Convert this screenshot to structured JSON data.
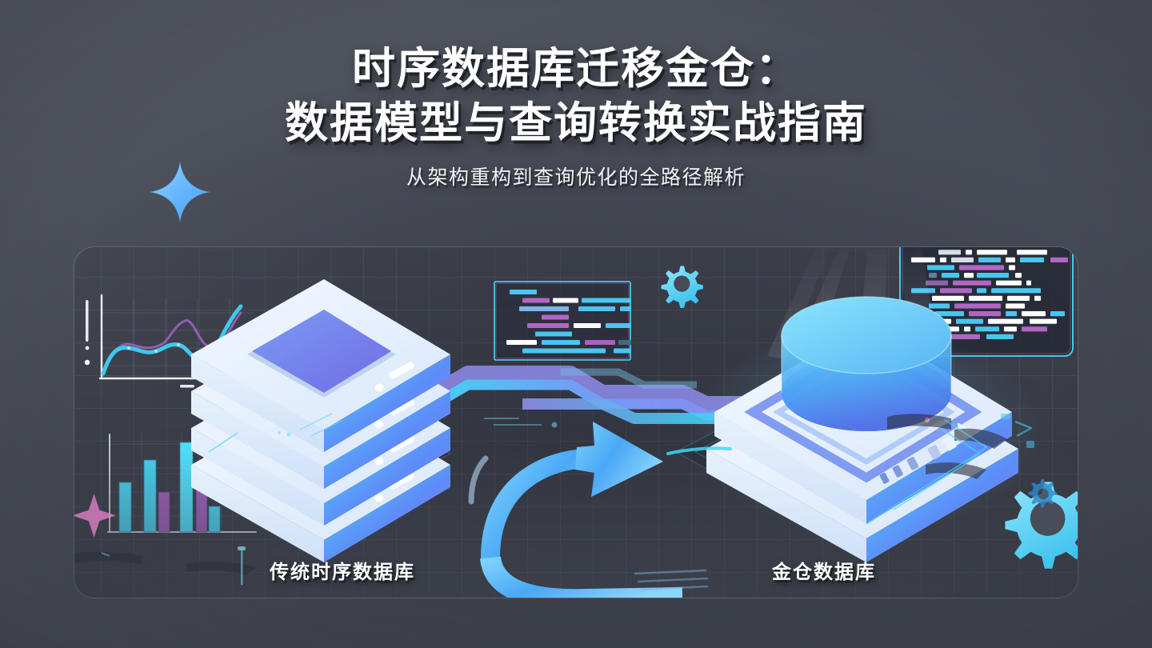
{
  "meta": {
    "background_color": "#4a4e5a",
    "accent_cyan": "#4fd8f5",
    "accent_blue": "#5b8bf7",
    "accent_purple": "#a95fc4",
    "panel_border": "rgba(210,215,230,0.24)"
  },
  "header": {
    "title_line_1": "时序数据库迁移金仓：",
    "title_line_2": "数据模型与查询转换实战指南",
    "subtitle": "从架构重构到查询优化的全路径解析"
  },
  "diagram": {
    "left_label": "传统时序数据库",
    "right_label": "金仓数据库",
    "left_node": "stacked-database-icon",
    "right_node": "warehouse-platform-icon",
    "connector": "data-flow-ribbon",
    "migration_arrow": "curved-arrow-icon",
    "gear_small": "gear-icon",
    "gear_large": "gear-icon",
    "sparkle": "sparkle-icon",
    "sparkle_pink": "sparkle-icon"
  },
  "chart_data": [
    {
      "type": "line",
      "title": "",
      "xlabel": "",
      "ylabel": "",
      "x": [
        0,
        1,
        2,
        3,
        4,
        5,
        6,
        7,
        8,
        9,
        10
      ],
      "series": [
        {
          "name": "series-cyan",
          "color": "#3fc9ec",
          "values": [
            8,
            34,
            37,
            36,
            47,
            49,
            48,
            38,
            40,
            66,
            92
          ]
        },
        {
          "name": "series-purple",
          "color": "#a063c0",
          "values": [
            18,
            40,
            26,
            32,
            48,
            70,
            76,
            62,
            66,
            70,
            74
          ]
        }
      ],
      "grid": true,
      "legend": "none"
    },
    {
      "type": "bar",
      "title": "",
      "xlabel": "",
      "ylabel": "",
      "categories": [
        "1",
        "2",
        "3",
        "4",
        "5",
        "6"
      ],
      "values": [
        56,
        78,
        45,
        100,
        60,
        30
      ],
      "bar_colors": [
        "#49d2f0",
        "#49d2f0",
        "#9b5eb7",
        "#4fe0fb",
        "#9b5eb7",
        "#49d2f0"
      ],
      "ylim": [
        0,
        100
      ],
      "grid": true,
      "legend": "none"
    }
  ],
  "code_panels": {
    "middle": {
      "name": "source-query-code-block",
      "border_color": "#4fd8f5",
      "lines": [
        [
          [
            10,
            34,
            "#49c6ef"
          ]
        ],
        [
          [
            26,
            34,
            "#b066c4"
          ],
          [
            64,
            32,
            "#ffffff"
          ],
          [
            100,
            72,
            "#49c6ef"
          ],
          [
            180,
            20,
            "#49c6ef"
          ]
        ],
        [
          [
            22,
            62,
            "#7fb4e8"
          ],
          [
            96,
            46,
            "#49c6ef"
          ],
          [
            148,
            50,
            "#49c6ef"
          ],
          [
            204,
            48,
            "#49c6ef"
          ]
        ],
        [
          [
            50,
            34,
            "#b066c4"
          ]
        ],
        [
          [
            32,
            52,
            "#b066c4"
          ],
          [
            90,
            34,
            "#ffffff"
          ],
          [
            130,
            100,
            "#49c6ef"
          ],
          [
            236,
            10,
            "#49c6ef"
          ]
        ],
        [
          [
            42,
            46,
            "#49c6ef"
          ]
        ],
        [
          [
            6,
            38,
            "#ffffff"
          ],
          [
            50,
            48,
            "#49c6ef"
          ],
          [
            104,
            38,
            "#a95fc4"
          ],
          [
            146,
            18,
            "#3c6b84"
          ]
        ],
        [
          [
            26,
            104,
            "#49c6ef"
          ],
          [
            140,
            40,
            "#49c6ef"
          ],
          [
            188,
            50,
            "#49c6ef"
          ]
        ]
      ]
    },
    "right": {
      "name": "target-query-code-block",
      "border_color": "#4fd8f5",
      "lines": [
        [
          [
            4,
            24,
            "#ffffff"
          ],
          [
            34,
            8,
            "#ffffff"
          ],
          [
            46,
            28,
            "#49c6ef"
          ],
          [
            80,
            34,
            "#bdf0fb"
          ],
          [
            120,
            28,
            "#b066c4"
          ],
          [
            154,
            24,
            "#49c6ef"
          ],
          [
            184,
            12,
            "#ffffff"
          ],
          [
            202,
            22,
            "#ffffff"
          ]
        ],
        [
          [
            26,
            34,
            "#b066c4"
          ],
          [
            68,
            50,
            "#b066c4"
          ],
          [
            126,
            62,
            "#ffffff"
          ]
        ],
        [
          [
            38,
            28,
            "#d8dce6"
          ],
          [
            72,
            8,
            "#ffffff"
          ],
          [
            86,
            38,
            "#ffffff"
          ],
          [
            136,
            38,
            "#ffffff"
          ]
        ],
        [
          [
            4,
            30,
            "#ffffff"
          ],
          [
            40,
            8,
            "#ffffff"
          ],
          [
            54,
            28,
            "#d8dce6"
          ],
          [
            88,
            28,
            "#49c6ef"
          ],
          [
            122,
            12,
            "#ffffff"
          ],
          [
            140,
            30,
            "#49c6ef"
          ],
          [
            178,
            22,
            "#b066c4"
          ]
        ],
        [
          [
            24,
            34,
            "#49c6ef"
          ],
          [
            64,
            56,
            "#b066c4"
          ],
          [
            126,
            8,
            "#ffffff"
          ]
        ],
        [
          [
            26,
            10,
            "#5c7fa0"
          ],
          [
            42,
            22,
            "#49c6ef"
          ],
          [
            70,
            12,
            "#ffffff"
          ],
          [
            86,
            40,
            "#49c6ef"
          ],
          [
            134,
            8,
            "#ffffff"
          ]
        ],
        [
          [
            22,
            28,
            "#8e63a8"
          ],
          [
            56,
            48,
            "#b066c4"
          ],
          [
            110,
            32,
            "#ffffff"
          ],
          [
            148,
            6,
            "#ffffff"
          ]
        ],
        [
          [
            4,
            30,
            "#49c6ef"
          ],
          [
            40,
            40,
            "#b066c4"
          ],
          [
            86,
            12,
            "#49c6ef"
          ],
          [
            104,
            62,
            "#49c6ef"
          ]
        ],
        [
          [
            30,
            40,
            "#ffffff"
          ],
          [
            76,
            42,
            "#ffffff"
          ],
          [
            124,
            28,
            "#ffffff"
          ],
          [
            158,
            8,
            "#ffffff"
          ]
        ],
        [
          [
            26,
            26,
            "#49c6ef"
          ],
          [
            58,
            58,
            "#b066c4"
          ],
          [
            122,
            24,
            "#ffffff"
          ]
        ],
        [
          [
            34,
            36,
            "#49c6ef"
          ],
          [
            76,
            40,
            "#b066c4"
          ],
          [
            122,
            14,
            "#49c6ef"
          ],
          [
            142,
            30,
            "#ffffff"
          ],
          [
            178,
            18,
            "#49c6ef"
          ]
        ],
        [
          [
            10,
            44,
            "#ffffff"
          ],
          [
            60,
            34,
            "#49c6ef"
          ],
          [
            100,
            44,
            "#ffffff"
          ],
          [
            152,
            34,
            "#ffffff"
          ]
        ],
        [
          [
            34,
            30,
            "#ffffff"
          ],
          [
            70,
            8,
            "#ffffff"
          ],
          [
            84,
            30,
            "#49c6ef"
          ],
          [
            120,
            16,
            "#ffffff"
          ],
          [
            142,
            32,
            "#b066c4"
          ]
        ],
        [
          [
            32,
            10,
            "#ffffff"
          ],
          [
            48,
            42,
            "#b066c4"
          ],
          [
            98,
            34,
            "#49c6ef"
          ]
        ],
        [
          [
            2,
            26,
            "#ffffff"
          ]
        ]
      ]
    }
  }
}
